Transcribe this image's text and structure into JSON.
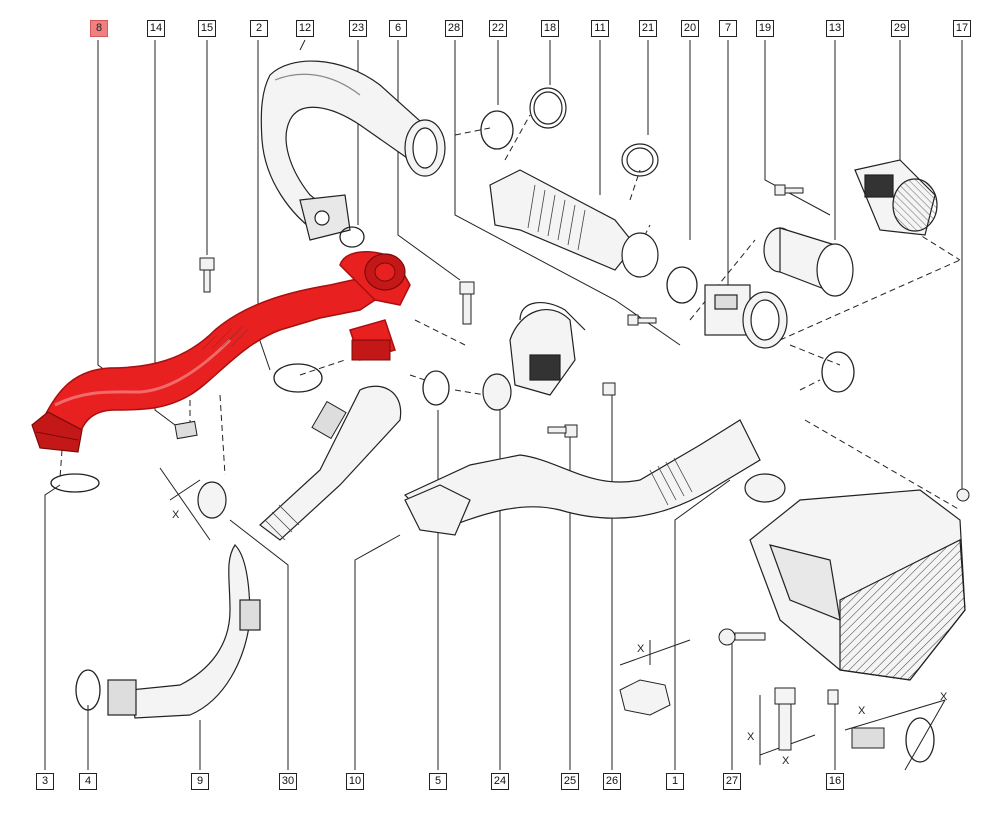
{
  "top_labels": [
    "8",
    "14",
    "15",
    "2",
    "12",
    "23",
    "6",
    "28",
    "22",
    "18",
    "11",
    "21",
    "20",
    "7",
    "19",
    "13",
    "29",
    "17"
  ],
  "bottom_labels": [
    "3",
    "4",
    "9",
    "30",
    "10",
    "5",
    "24",
    "25",
    "26",
    "1",
    "27",
    "16"
  ],
  "highlighted_part": "8",
  "dimension_mark": "X",
  "colors": {
    "highlight": "#e82020",
    "highlight_dark": "#a81010",
    "callout_active": "#f08080",
    "line": "#222222"
  }
}
